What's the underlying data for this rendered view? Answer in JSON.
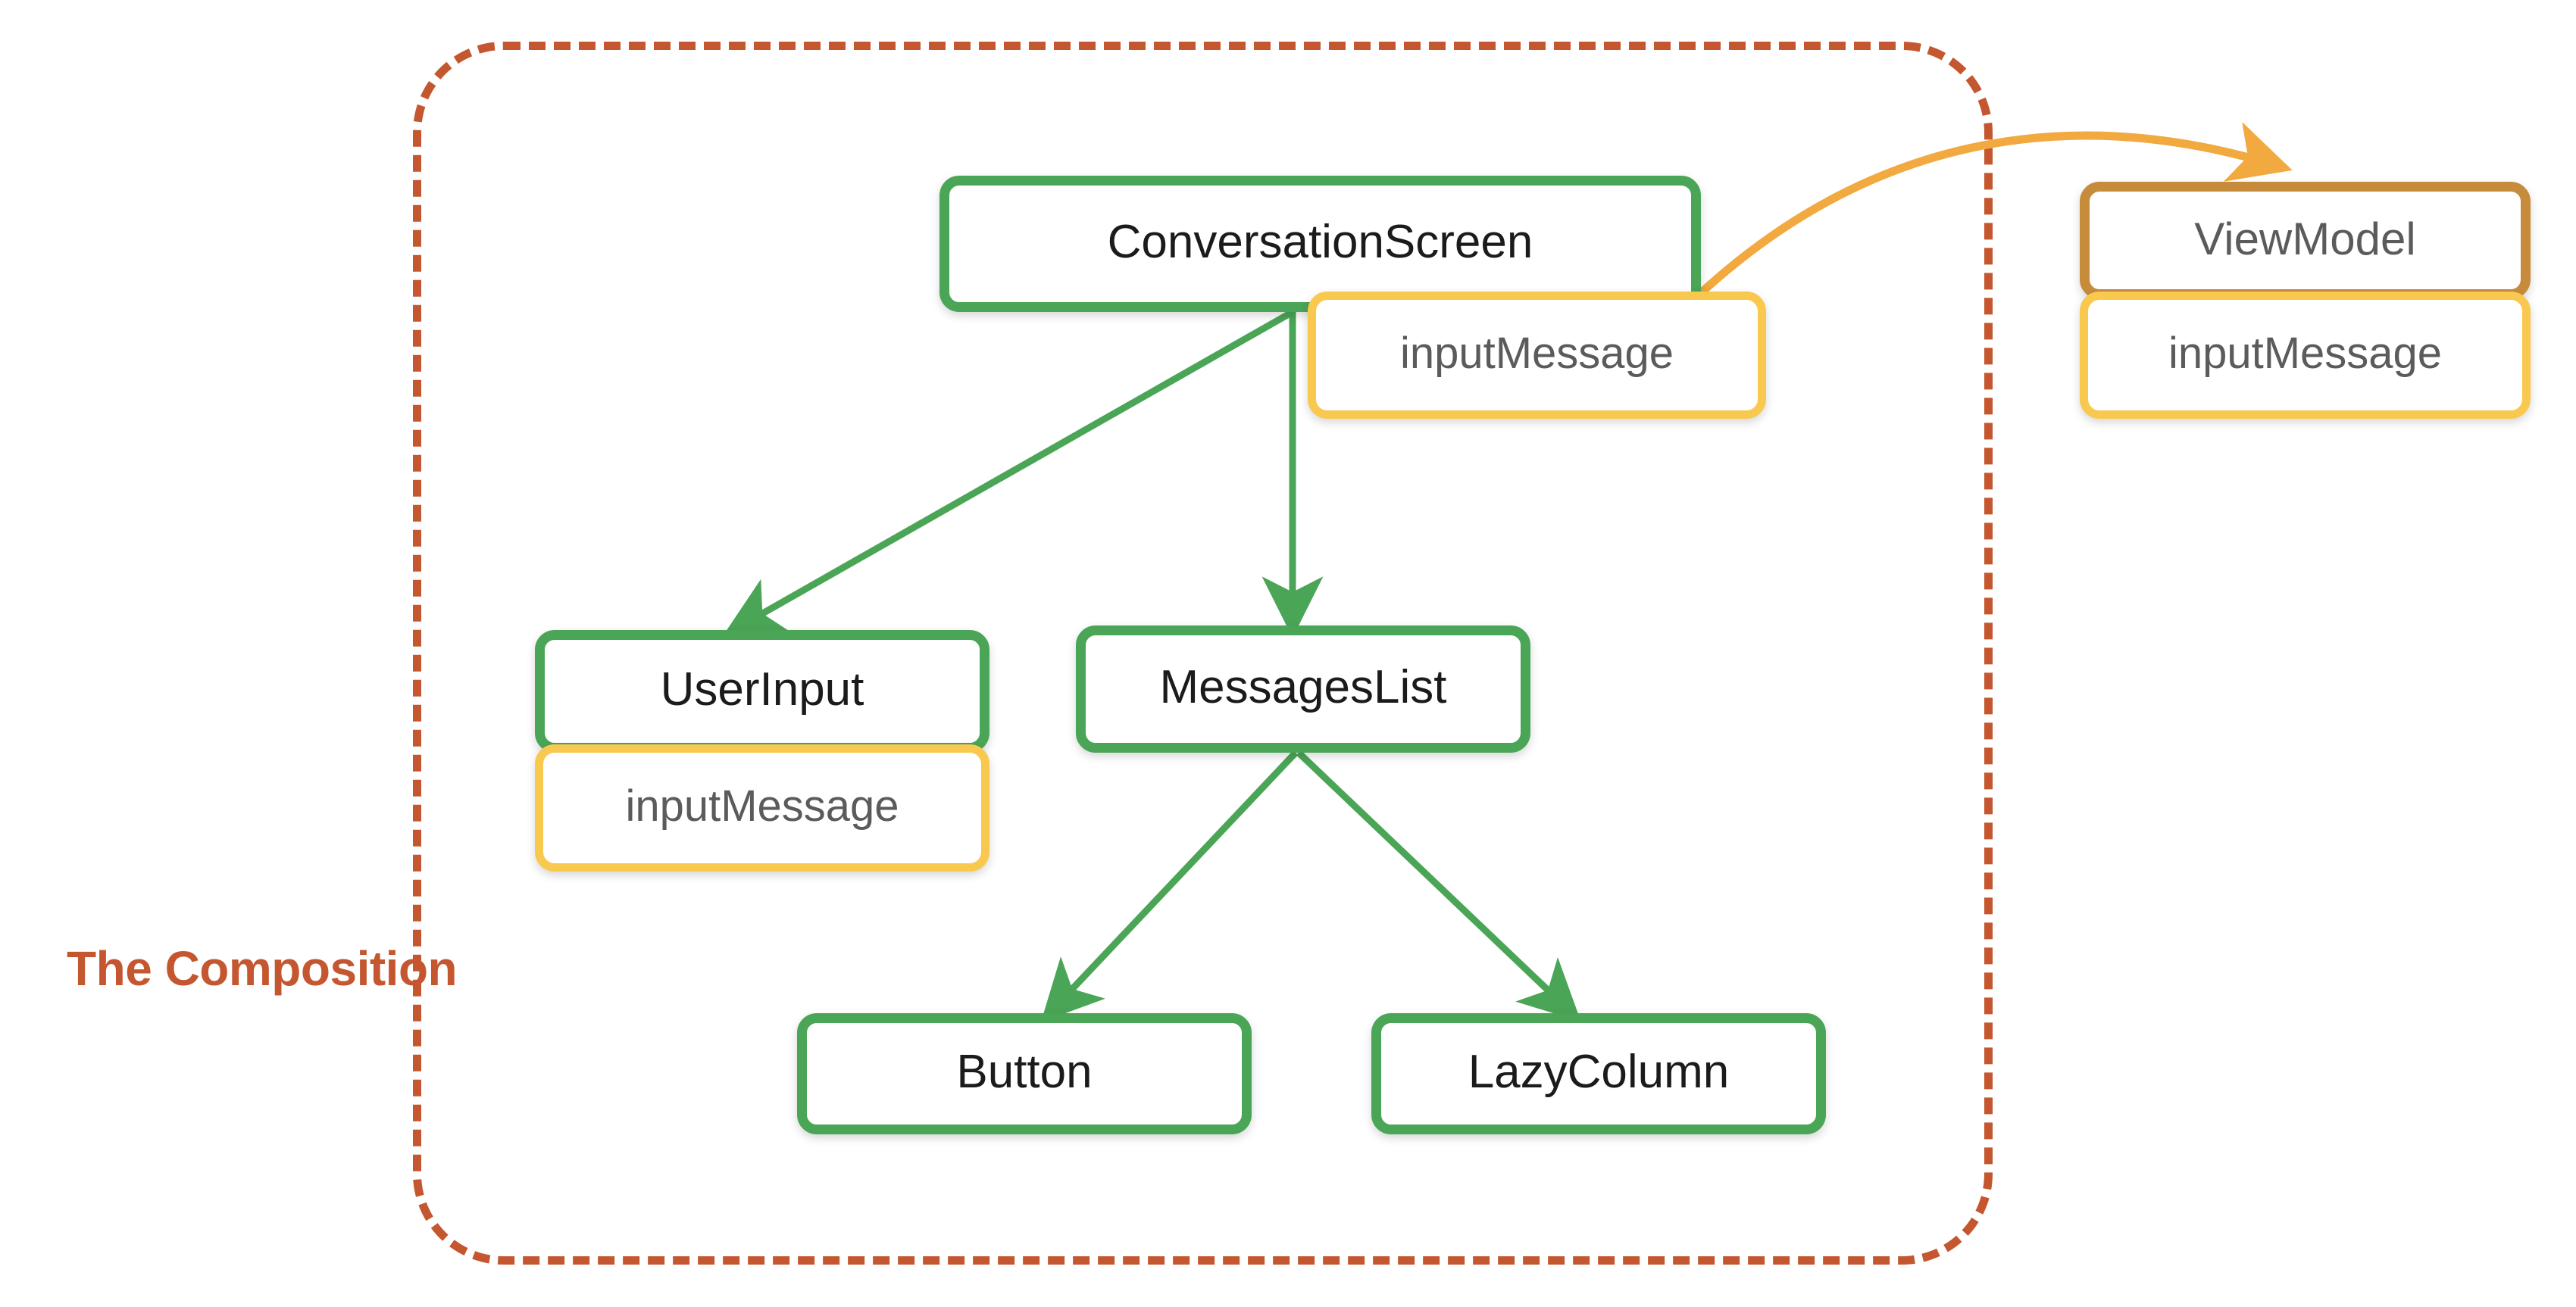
{
  "diagram": {
    "container": {
      "label": "The Composition",
      "border_color": "#c4572f",
      "border_style": "dashed"
    },
    "colors": {
      "composable_green": "#4ba556",
      "state_yellow": "#f9c84f",
      "viewmodel_brown": "#c78b3c",
      "arrow_green": "#4ba556",
      "arrow_orange": "#f2a93f",
      "node_text_dark": "#1b1b1b",
      "node_text_gray": "#5b5b5b",
      "background": "#ffffff"
    },
    "nodes": [
      {
        "id": "conversation-screen",
        "label": "ConversationScreen",
        "kind": "composable",
        "color": "#4ba556"
      },
      {
        "id": "conversation-screen-state",
        "label": "inputMessage",
        "kind": "state",
        "color": "#f9c84f"
      },
      {
        "id": "view-model",
        "label": "ViewModel",
        "kind": "viewmodel",
        "color": "#c78b3c"
      },
      {
        "id": "view-model-state",
        "label": "inputMessage",
        "kind": "state",
        "color": "#f9c84f"
      },
      {
        "id": "user-input",
        "label": "UserInput",
        "kind": "composable",
        "color": "#4ba556"
      },
      {
        "id": "user-input-state",
        "label": "inputMessage",
        "kind": "state",
        "color": "#f9c84f"
      },
      {
        "id": "messages-list",
        "label": "MessagesList",
        "kind": "composable",
        "color": "#4ba556"
      },
      {
        "id": "button",
        "label": "Button",
        "kind": "composable",
        "color": "#4ba556"
      },
      {
        "id": "lazy-column",
        "label": "LazyColumn",
        "kind": "composable",
        "color": "#4ba556"
      }
    ],
    "edges": [
      {
        "from": "conversation-screen",
        "to": "user-input",
        "color": "#4ba556",
        "style": "straight"
      },
      {
        "from": "conversation-screen",
        "to": "messages-list",
        "color": "#4ba556",
        "style": "straight"
      },
      {
        "from": "messages-list",
        "to": "button",
        "color": "#4ba556",
        "style": "straight"
      },
      {
        "from": "messages-list",
        "to": "lazy-column",
        "color": "#4ba556",
        "style": "straight"
      },
      {
        "from": "conversation-screen",
        "to": "view-model",
        "color": "#f2a93f",
        "style": "curved"
      }
    ]
  }
}
